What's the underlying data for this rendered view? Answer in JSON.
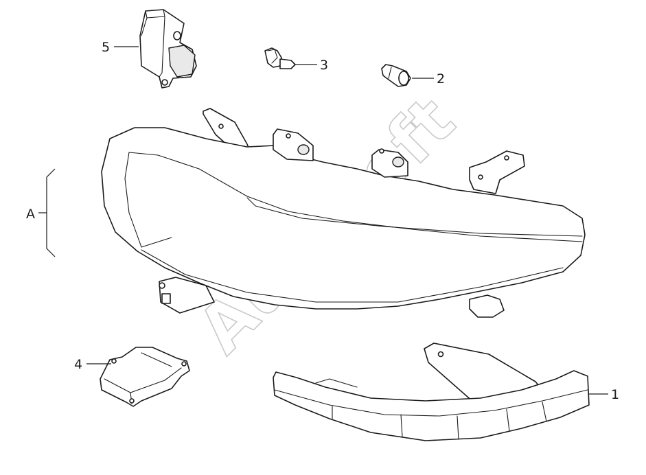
{
  "diagram": {
    "watermark": "AutoSoft",
    "group_label": "A",
    "callouts": [
      "1",
      "2",
      "3",
      "4",
      "5"
    ]
  }
}
